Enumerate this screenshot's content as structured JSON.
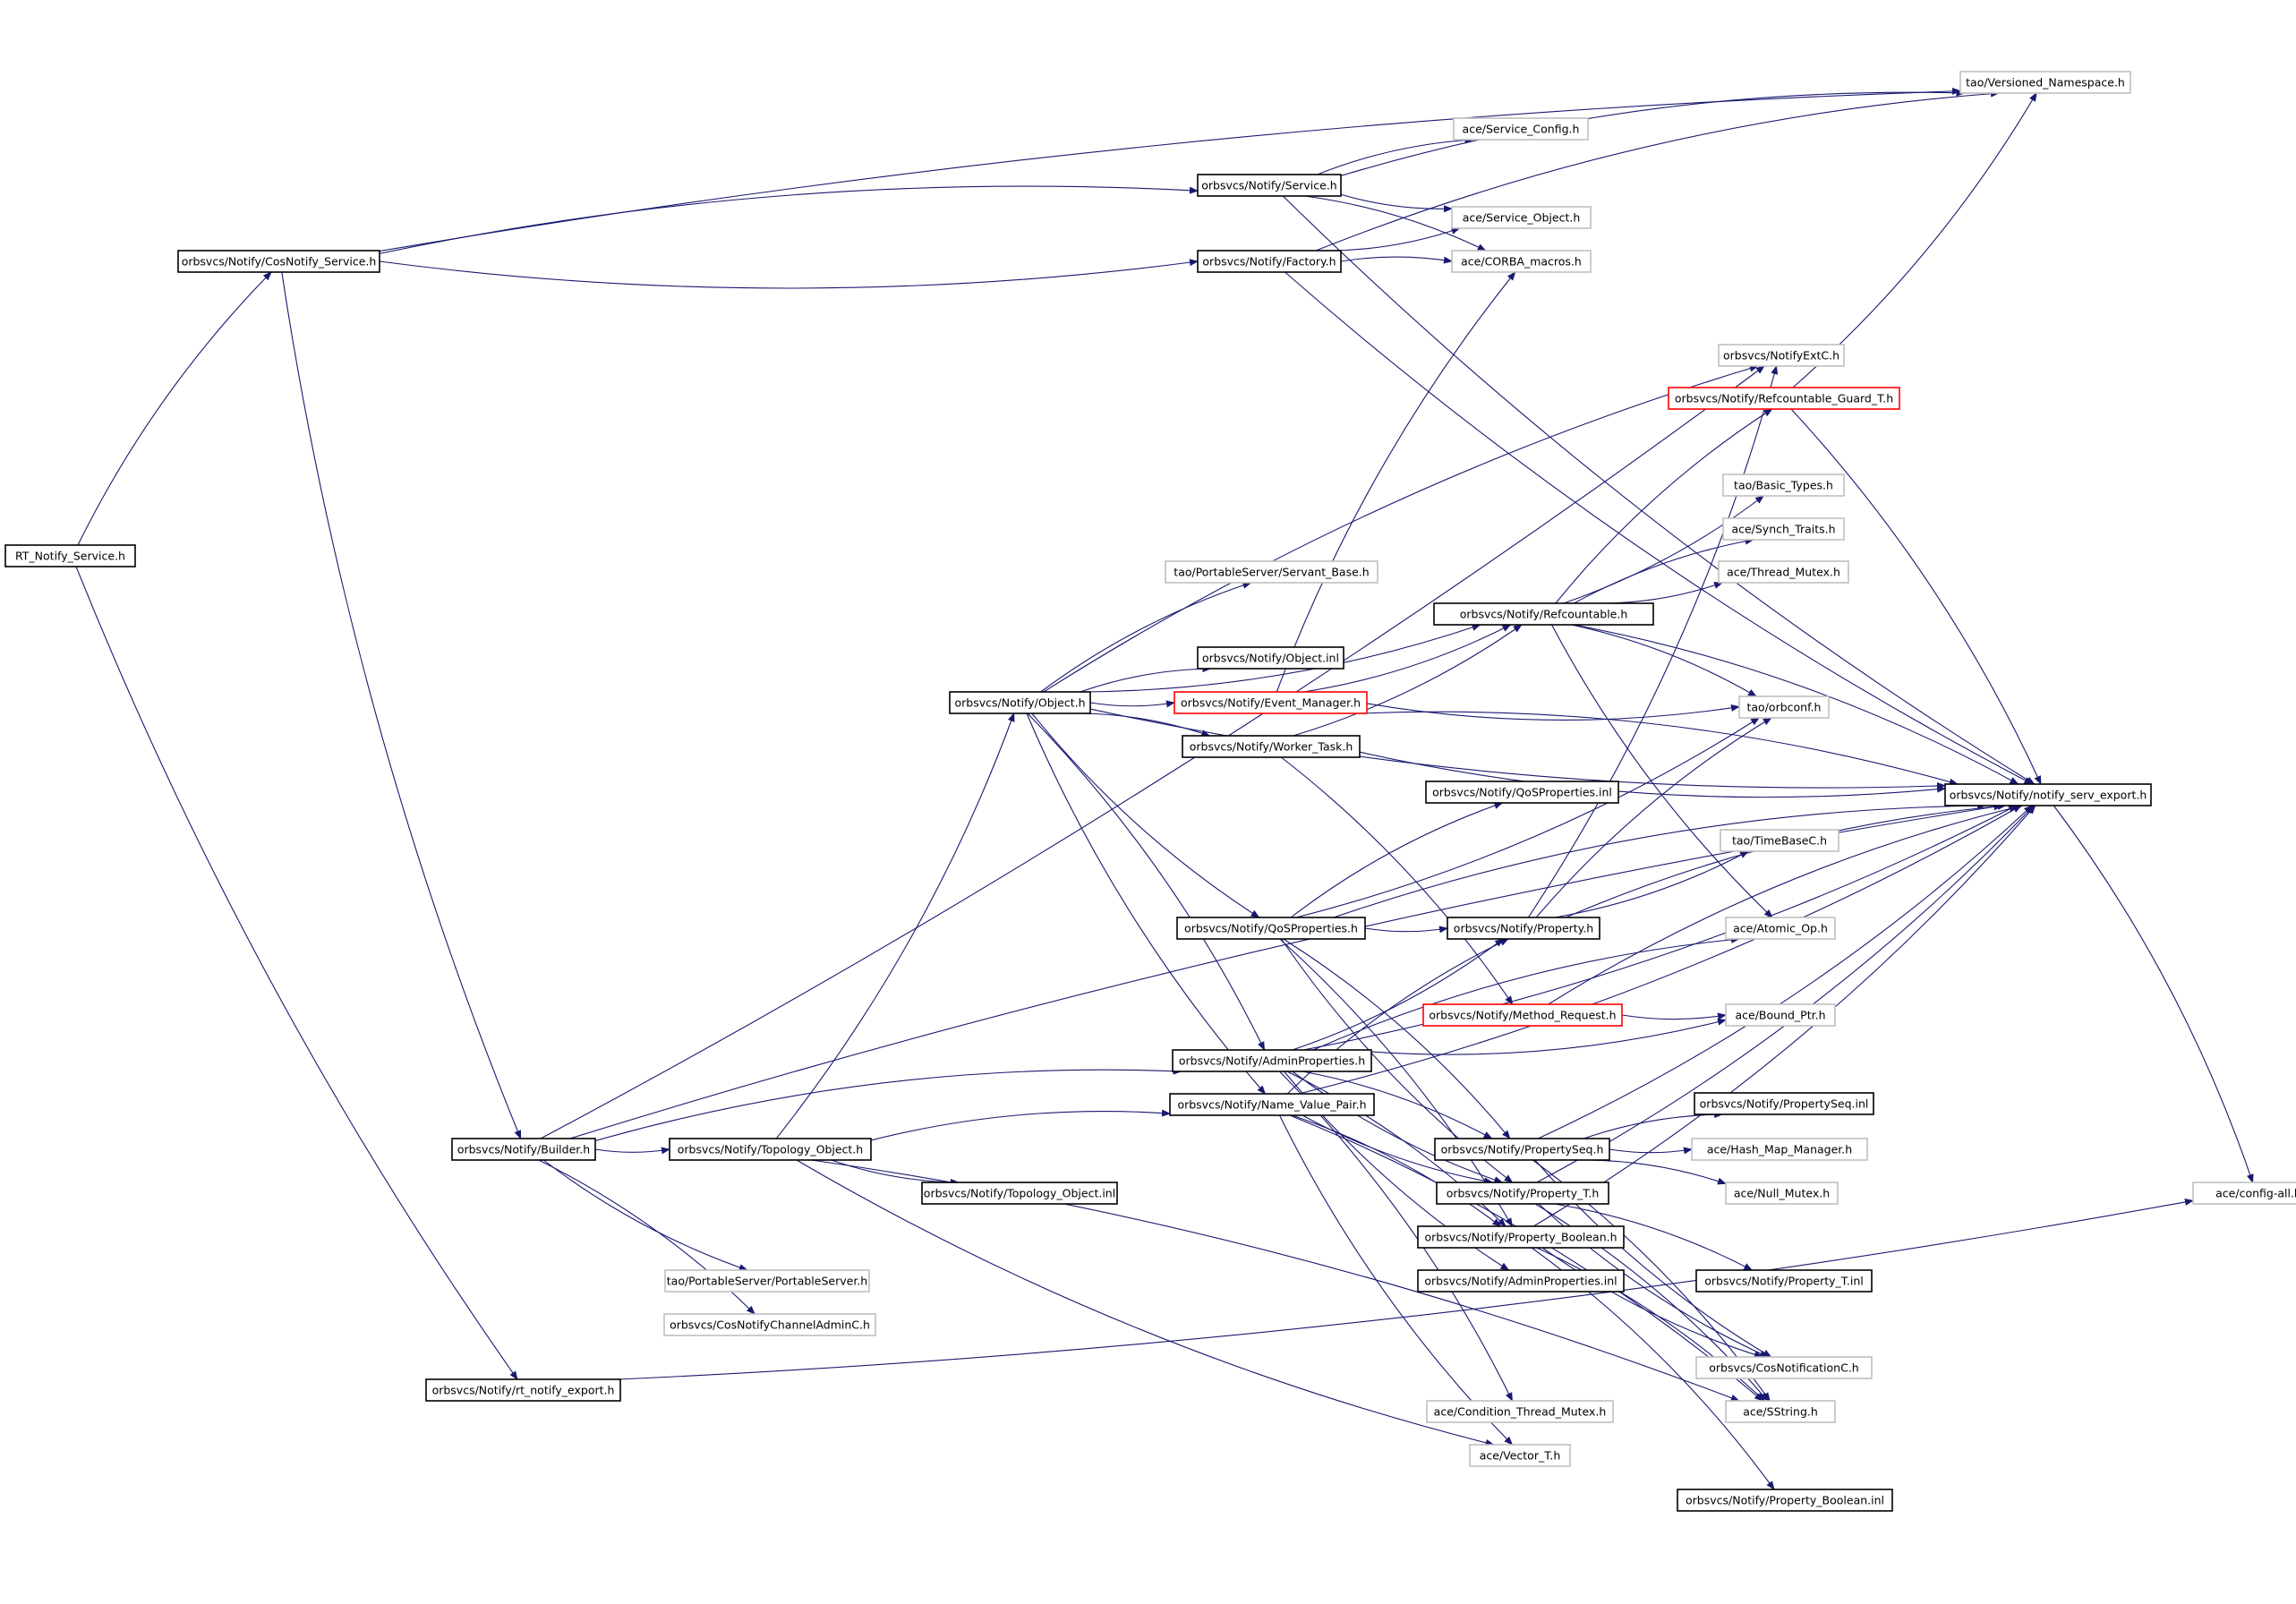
{
  "colors": {
    "edge": "#191970",
    "arrowhead": "#191970",
    "node_border_documented": "#000000",
    "node_border_undocumented": "#bfbfbf",
    "node_border_truncated": "#ff0000",
    "node_fill_root": "#bfbfbf",
    "node_fill_default": "#ffffff"
  },
  "nodes": [
    {
      "id": "rt_service",
      "label": "RT_Notify_Service.h",
      "style": "root"
    },
    {
      "id": "cosnotify_service",
      "label": "orbsvcs/Notify/CosNotify_Service.h",
      "style": "documented"
    },
    {
      "id": "service",
      "label": "orbsvcs/Notify/Service.h",
      "style": "documented"
    },
    {
      "id": "factory",
      "label": "orbsvcs/Notify/Factory.h",
      "style": "documented"
    },
    {
      "id": "versioned_ns",
      "label": "tao/Versioned_Namespace.h",
      "style": "undocumented"
    },
    {
      "id": "service_config",
      "label": "ace/Service_Config.h",
      "style": "undocumented"
    },
    {
      "id": "service_object",
      "label": "ace/Service_Object.h",
      "style": "undocumented"
    },
    {
      "id": "corba_macros",
      "label": "ace/CORBA_macros.h",
      "style": "undocumented"
    },
    {
      "id": "notifyextc",
      "label": "orbsvcs/NotifyExtC.h",
      "style": "undocumented"
    },
    {
      "id": "refcountable_guard",
      "label": "orbsvcs/Notify/Refcountable_Guard_T.h",
      "style": "truncated"
    },
    {
      "id": "basic_types",
      "label": "tao/Basic_Types.h",
      "style": "undocumented"
    },
    {
      "id": "synch_traits",
      "label": "ace/Synch_Traits.h",
      "style": "undocumented"
    },
    {
      "id": "thread_mutex",
      "label": "ace/Thread_Mutex.h",
      "style": "undocumented"
    },
    {
      "id": "servant_base",
      "label": "tao/PortableServer/Servant_Base.h",
      "style": "undocumented"
    },
    {
      "id": "refcountable",
      "label": "orbsvcs/Notify/Refcountable.h",
      "style": "documented"
    },
    {
      "id": "object_inl",
      "label": "orbsvcs/Notify/Object.inl",
      "style": "documented"
    },
    {
      "id": "object_h",
      "label": "orbsvcs/Notify/Object.h",
      "style": "documented"
    },
    {
      "id": "event_manager",
      "label": "orbsvcs/Notify/Event_Manager.h",
      "style": "truncated"
    },
    {
      "id": "orbconf",
      "label": "tao/orbconf.h",
      "style": "undocumented"
    },
    {
      "id": "worker_task",
      "label": "orbsvcs/Notify/Worker_Task.h",
      "style": "documented"
    },
    {
      "id": "notify_serv_export",
      "label": "orbsvcs/Notify/notify_serv_export.h",
      "style": "documented"
    },
    {
      "id": "qosproperties_inl",
      "label": "orbsvcs/Notify/QoSProperties.inl",
      "style": "documented"
    },
    {
      "id": "timebasec",
      "label": "tao/TimeBaseC.h",
      "style": "undocumented"
    },
    {
      "id": "qosproperties_h",
      "label": "orbsvcs/Notify/QoSProperties.h",
      "style": "documented"
    },
    {
      "id": "property_h",
      "label": "orbsvcs/Notify/Property.h",
      "style": "documented"
    },
    {
      "id": "atomic_op",
      "label": "ace/Atomic_Op.h",
      "style": "undocumented"
    },
    {
      "id": "method_request",
      "label": "orbsvcs/Notify/Method_Request.h",
      "style": "truncated"
    },
    {
      "id": "bound_ptr",
      "label": "ace/Bound_Ptr.h",
      "style": "undocumented"
    },
    {
      "id": "adminproperties_h",
      "label": "orbsvcs/Notify/AdminProperties.h",
      "style": "documented"
    },
    {
      "id": "name_value_pair",
      "label": "orbsvcs/Notify/Name_Value_Pair.h",
      "style": "documented"
    },
    {
      "id": "propertyseq_inl",
      "label": "orbsvcs/Notify/PropertySeq.inl",
      "style": "documented"
    },
    {
      "id": "builder",
      "label": "orbsvcs/Notify/Builder.h",
      "style": "documented"
    },
    {
      "id": "topology_object_h",
      "label": "orbsvcs/Notify/Topology_Object.h",
      "style": "documented"
    },
    {
      "id": "propertyseq_h",
      "label": "orbsvcs/Notify/PropertySeq.h",
      "style": "documented"
    },
    {
      "id": "hash_map_manager",
      "label": "ace/Hash_Map_Manager.h",
      "style": "undocumented"
    },
    {
      "id": "topology_object_inl",
      "label": "orbsvcs/Notify/Topology_Object.inl",
      "style": "documented"
    },
    {
      "id": "property_t_h",
      "label": "orbsvcs/Notify/Property_T.h",
      "style": "documented"
    },
    {
      "id": "null_mutex",
      "label": "ace/Null_Mutex.h",
      "style": "undocumented"
    },
    {
      "id": "config_all",
      "label": "ace/config-all.h",
      "style": "undocumented"
    },
    {
      "id": "property_boolean_h",
      "label": "orbsvcs/Notify/Property_Boolean.h",
      "style": "documented"
    },
    {
      "id": "portableserver",
      "label": "tao/PortableServer/PortableServer.h",
      "style": "undocumented"
    },
    {
      "id": "adminproperties_inl",
      "label": "orbsvcs/Notify/AdminProperties.inl",
      "style": "documented"
    },
    {
      "id": "property_t_inl",
      "label": "orbsvcs/Notify/Property_T.inl",
      "style": "documented"
    },
    {
      "id": "cosnotifychanneladminc",
      "label": "orbsvcs/CosNotifyChannelAdminC.h",
      "style": "undocumented"
    },
    {
      "id": "cosnotificationc",
      "label": "orbsvcs/CosNotificationC.h",
      "style": "undocumented"
    },
    {
      "id": "rt_notify_export",
      "label": "orbsvcs/Notify/rt_notify_export.h",
      "style": "documented"
    },
    {
      "id": "condition_thread_mutex",
      "label": "ace/Condition_Thread_Mutex.h",
      "style": "undocumented"
    },
    {
      "id": "sstring",
      "label": "ace/SString.h",
      "style": "undocumented"
    },
    {
      "id": "vector_t",
      "label": "ace/Vector_T.h",
      "style": "undocumented"
    },
    {
      "id": "property_boolean_inl",
      "label": "orbsvcs/Notify/Property_Boolean.inl",
      "style": "documented"
    }
  ],
  "edges": [
    [
      "rt_service",
      "cosnotify_service"
    ],
    [
      "rt_service",
      "rt_notify_export"
    ],
    [
      "cosnotify_service",
      "service"
    ],
    [
      "cosnotify_service",
      "factory"
    ],
    [
      "cosnotify_service",
      "versioned_ns"
    ],
    [
      "cosnotify_service",
      "builder"
    ],
    [
      "service",
      "service_config"
    ],
    [
      "service",
      "service_object"
    ],
    [
      "service",
      "corba_macros"
    ],
    [
      "service",
      "notify_serv_export"
    ],
    [
      "service",
      "versioned_ns"
    ],
    [
      "factory",
      "service_object"
    ],
    [
      "factory",
      "corba_macros"
    ],
    [
      "factory",
      "notify_serv_export"
    ],
    [
      "factory",
      "versioned_ns"
    ],
    [
      "builder",
      "notifyextc"
    ],
    [
      "builder",
      "notify_serv_export"
    ],
    [
      "builder",
      "topology_object_h"
    ],
    [
      "builder",
      "adminproperties_h"
    ],
    [
      "builder",
      "portableserver"
    ],
    [
      "builder",
      "cosnotifychanneladminc"
    ],
    [
      "topology_object_h",
      "object_h"
    ],
    [
      "topology_object_h",
      "name_value_pair"
    ],
    [
      "topology_object_h",
      "topology_object_inl"
    ],
    [
      "topology_object_h",
      "sstring"
    ],
    [
      "topology_object_h",
      "vector_t"
    ],
    [
      "object_h",
      "servant_base"
    ],
    [
      "object_h",
      "refcountable"
    ],
    [
      "object_h",
      "object_inl"
    ],
    [
      "object_h",
      "event_manager"
    ],
    [
      "object_h",
      "worker_task"
    ],
    [
      "object_h",
      "qosproperties_h"
    ],
    [
      "object_h",
      "adminproperties_h"
    ],
    [
      "object_h",
      "name_value_pair"
    ],
    [
      "object_h",
      "notifyextc"
    ],
    [
      "object_h",
      "notify_serv_export"
    ],
    [
      "refcountable",
      "refcountable_guard"
    ],
    [
      "refcountable",
      "basic_types"
    ],
    [
      "refcountable",
      "synch_traits"
    ],
    [
      "refcountable",
      "thread_mutex"
    ],
    [
      "refcountable",
      "orbconf"
    ],
    [
      "refcountable",
      "atomic_op"
    ],
    [
      "refcountable",
      "notify_serv_export"
    ],
    [
      "refcountable_guard",
      "versioned_ns"
    ],
    [
      "refcountable_guard",
      "notify_serv_export"
    ],
    [
      "event_manager",
      "refcountable"
    ],
    [
      "event_manager",
      "corba_macros"
    ],
    [
      "event_manager",
      "orbconf"
    ],
    [
      "event_manager",
      "notify_serv_export"
    ],
    [
      "worker_task",
      "refcountable"
    ],
    [
      "worker_task",
      "method_request"
    ],
    [
      "worker_task",
      "notify_serv_export"
    ],
    [
      "qosproperties_h",
      "qosproperties_inl"
    ],
    [
      "qosproperties_h",
      "property_h"
    ],
    [
      "qosproperties_h",
      "propertyseq_h"
    ],
    [
      "qosproperties_h",
      "property_t_h"
    ],
    [
      "qosproperties_h",
      "property_boolean_h"
    ],
    [
      "qosproperties_h",
      "orbconf"
    ],
    [
      "qosproperties_h",
      "notify_serv_export"
    ],
    [
      "property_h",
      "timebasec"
    ],
    [
      "property_h",
      "orbconf"
    ],
    [
      "property_h",
      "notifyextc"
    ],
    [
      "property_h",
      "notify_serv_export"
    ],
    [
      "method_request",
      "bound_ptr"
    ],
    [
      "method_request",
      "notify_serv_export"
    ],
    [
      "adminproperties_h",
      "property_h"
    ],
    [
      "adminproperties_h",
      "atomic_op"
    ],
    [
      "adminproperties_h",
      "bound_ptr"
    ],
    [
      "adminproperties_h",
      "propertyseq_h"
    ],
    [
      "adminproperties_h",
      "property_t_h"
    ],
    [
      "adminproperties_h",
      "property_boolean_h"
    ],
    [
      "adminproperties_h",
      "adminproperties_inl"
    ],
    [
      "adminproperties_h",
      "condition_thread_mutex"
    ],
    [
      "adminproperties_h",
      "notify_serv_export"
    ],
    [
      "name_value_pair",
      "property_h"
    ],
    [
      "name_value_pair",
      "property_t_h"
    ],
    [
      "name_value_pair",
      "property_boolean_h"
    ],
    [
      "name_value_pair",
      "vector_t"
    ],
    [
      "name_value_pair",
      "sstring"
    ],
    [
      "name_value_pair",
      "notify_serv_export"
    ],
    [
      "propertyseq_h",
      "propertyseq_inl"
    ],
    [
      "propertyseq_h",
      "hash_map_manager"
    ],
    [
      "propertyseq_h",
      "null_mutex"
    ],
    [
      "propertyseq_h",
      "cosnotificationc"
    ],
    [
      "propertyseq_h",
      "sstring"
    ],
    [
      "propertyseq_h",
      "notify_serv_export"
    ],
    [
      "property_t_h",
      "property_t_inl"
    ],
    [
      "property_t_h",
      "cosnotificationc"
    ],
    [
      "property_t_h",
      "sstring"
    ],
    [
      "property_t_h",
      "notify_serv_export"
    ],
    [
      "property_boolean_h",
      "property_boolean_inl"
    ],
    [
      "property_boolean_h",
      "cosnotificationc"
    ],
    [
      "property_boolean_h",
      "sstring"
    ],
    [
      "property_boolean_h",
      "notify_serv_export"
    ],
    [
      "notify_serv_export",
      "config_all"
    ],
    [
      "rt_notify_export",
      "config_all"
    ]
  ]
}
